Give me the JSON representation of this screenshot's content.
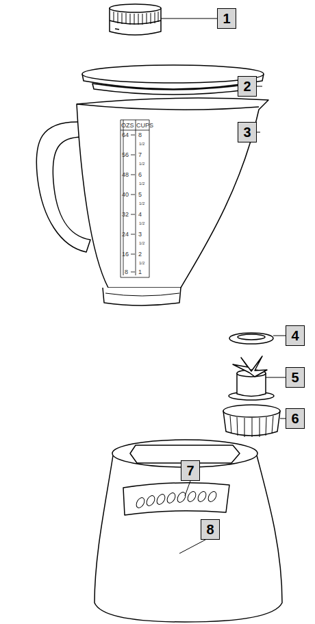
{
  "diagram": {
    "nodes": [
      {
        "text": [
          "1"
        ]
      },
      {
        "text": [
          "2"
        ]
      },
      {
        "text": [
          "3"
        ]
      },
      {
        "text": [
          "4"
        ]
      },
      {
        "text": [
          "5"
        ]
      },
      {
        "text": [
          "6"
        ]
      },
      {
        "text": [
          "7"
        ]
      },
      {
        "text": [
          "8"
        ]
      }
    ],
    "labels": [
      "OZS",
      "CUPS",
      "64",
      "56",
      "48",
      "40",
      "32",
      "24",
      "16",
      "8",
      "8",
      "1/2",
      "7",
      "1/2",
      "6",
      "1/2",
      "5",
      "1/2",
      "4",
      "1/2",
      "3",
      "1/2",
      "2",
      "1/2",
      "1"
    ]
  }
}
